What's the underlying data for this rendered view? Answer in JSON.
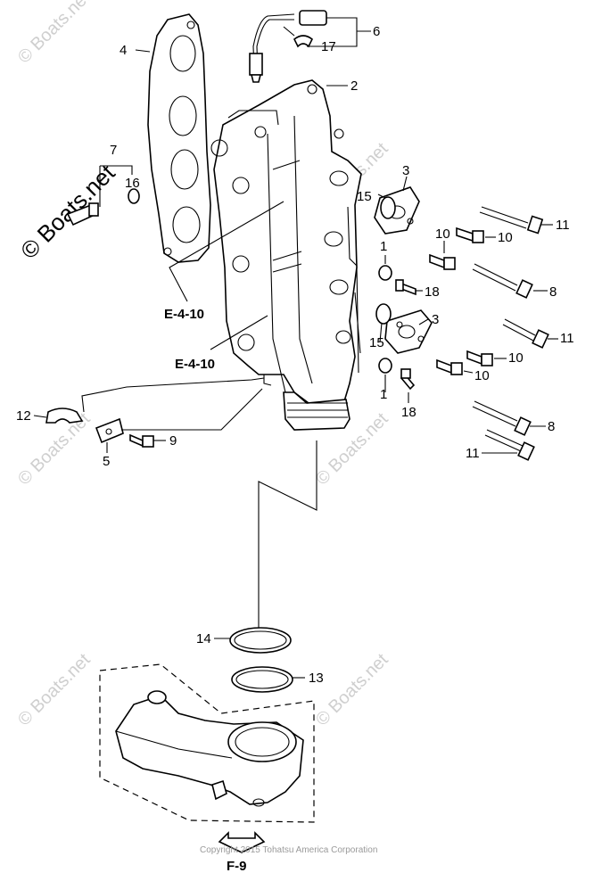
{
  "watermark": {
    "brand_main": "© Boats.net",
    "brand_faint": "© Boats.net"
  },
  "copyright": "Copyright 2015 Tohatsu America Corporation",
  "refs": {
    "e410_a": "E-4-10",
    "e410_b": "E-4-10",
    "f9": "F-9"
  },
  "callouts": {
    "n1a": "1",
    "n1b": "1",
    "n2": "2",
    "n3a": "3",
    "n3b": "3",
    "n4": "4",
    "n5": "5",
    "n6": "6",
    "n7": "7",
    "n8a": "8",
    "n8b": "8",
    "n9": "9",
    "n10a": "10",
    "n10b": "10",
    "n10c": "10",
    "n10d": "10",
    "n11a": "11",
    "n11b": "11",
    "n11c": "11",
    "n12": "12",
    "n13": "13",
    "n14": "14",
    "n15a": "15",
    "n15b": "15",
    "n16": "16",
    "n17": "17",
    "n18a": "18",
    "n18b": "18"
  }
}
